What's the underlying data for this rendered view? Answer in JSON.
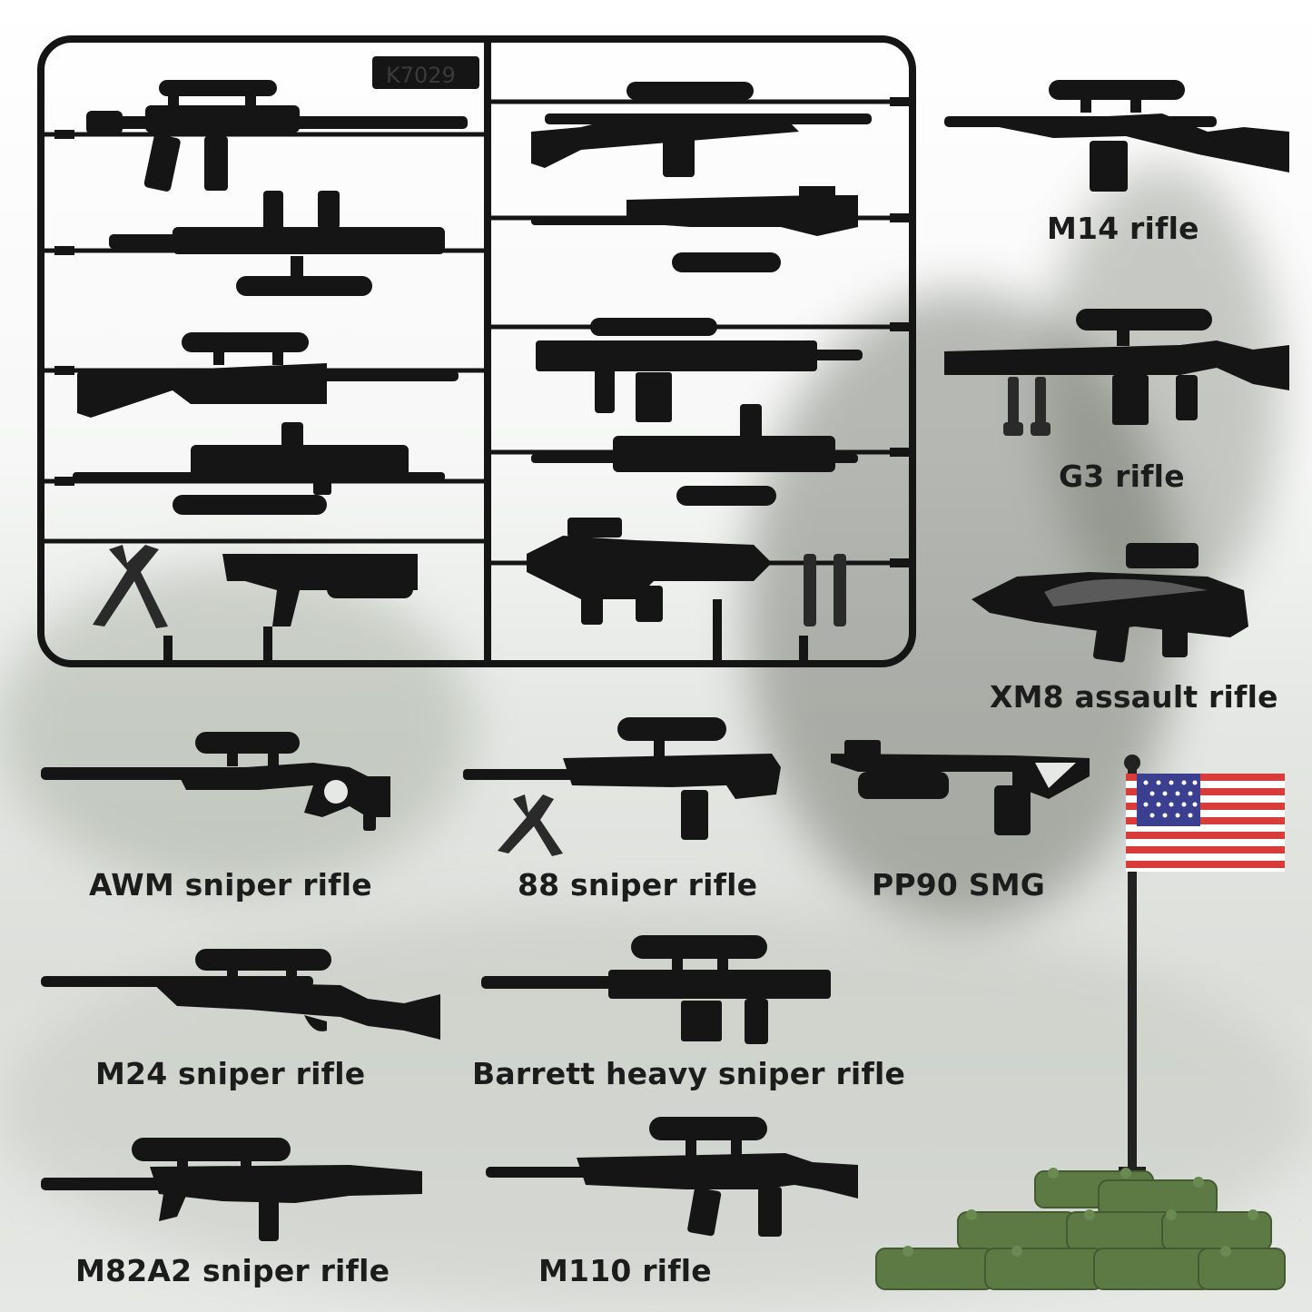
{
  "sprue": {
    "code": "K7029"
  },
  "labels": {
    "m14": "M14 rifle",
    "g3": "G3 rifle",
    "xm8": "XM8 assault rifle",
    "awm": "AWM sniper rifle",
    "s88": "88 sniper rifle",
    "pp90": "PP90 SMG",
    "m24": "M24 sniper rifle",
    "barrett": "Barrett heavy sniper rifle",
    "m82a2": "M82A2 sniper rifle",
    "m110": "M110 rifle"
  },
  "flag": {
    "name": "United States flag"
  },
  "colors": {
    "part_black": "#151515",
    "label": "#1c1c1c",
    "sandbag_green": "#5d7a45",
    "flag_red": "#d93a3a",
    "flag_blue": "#3b3f8f"
  }
}
